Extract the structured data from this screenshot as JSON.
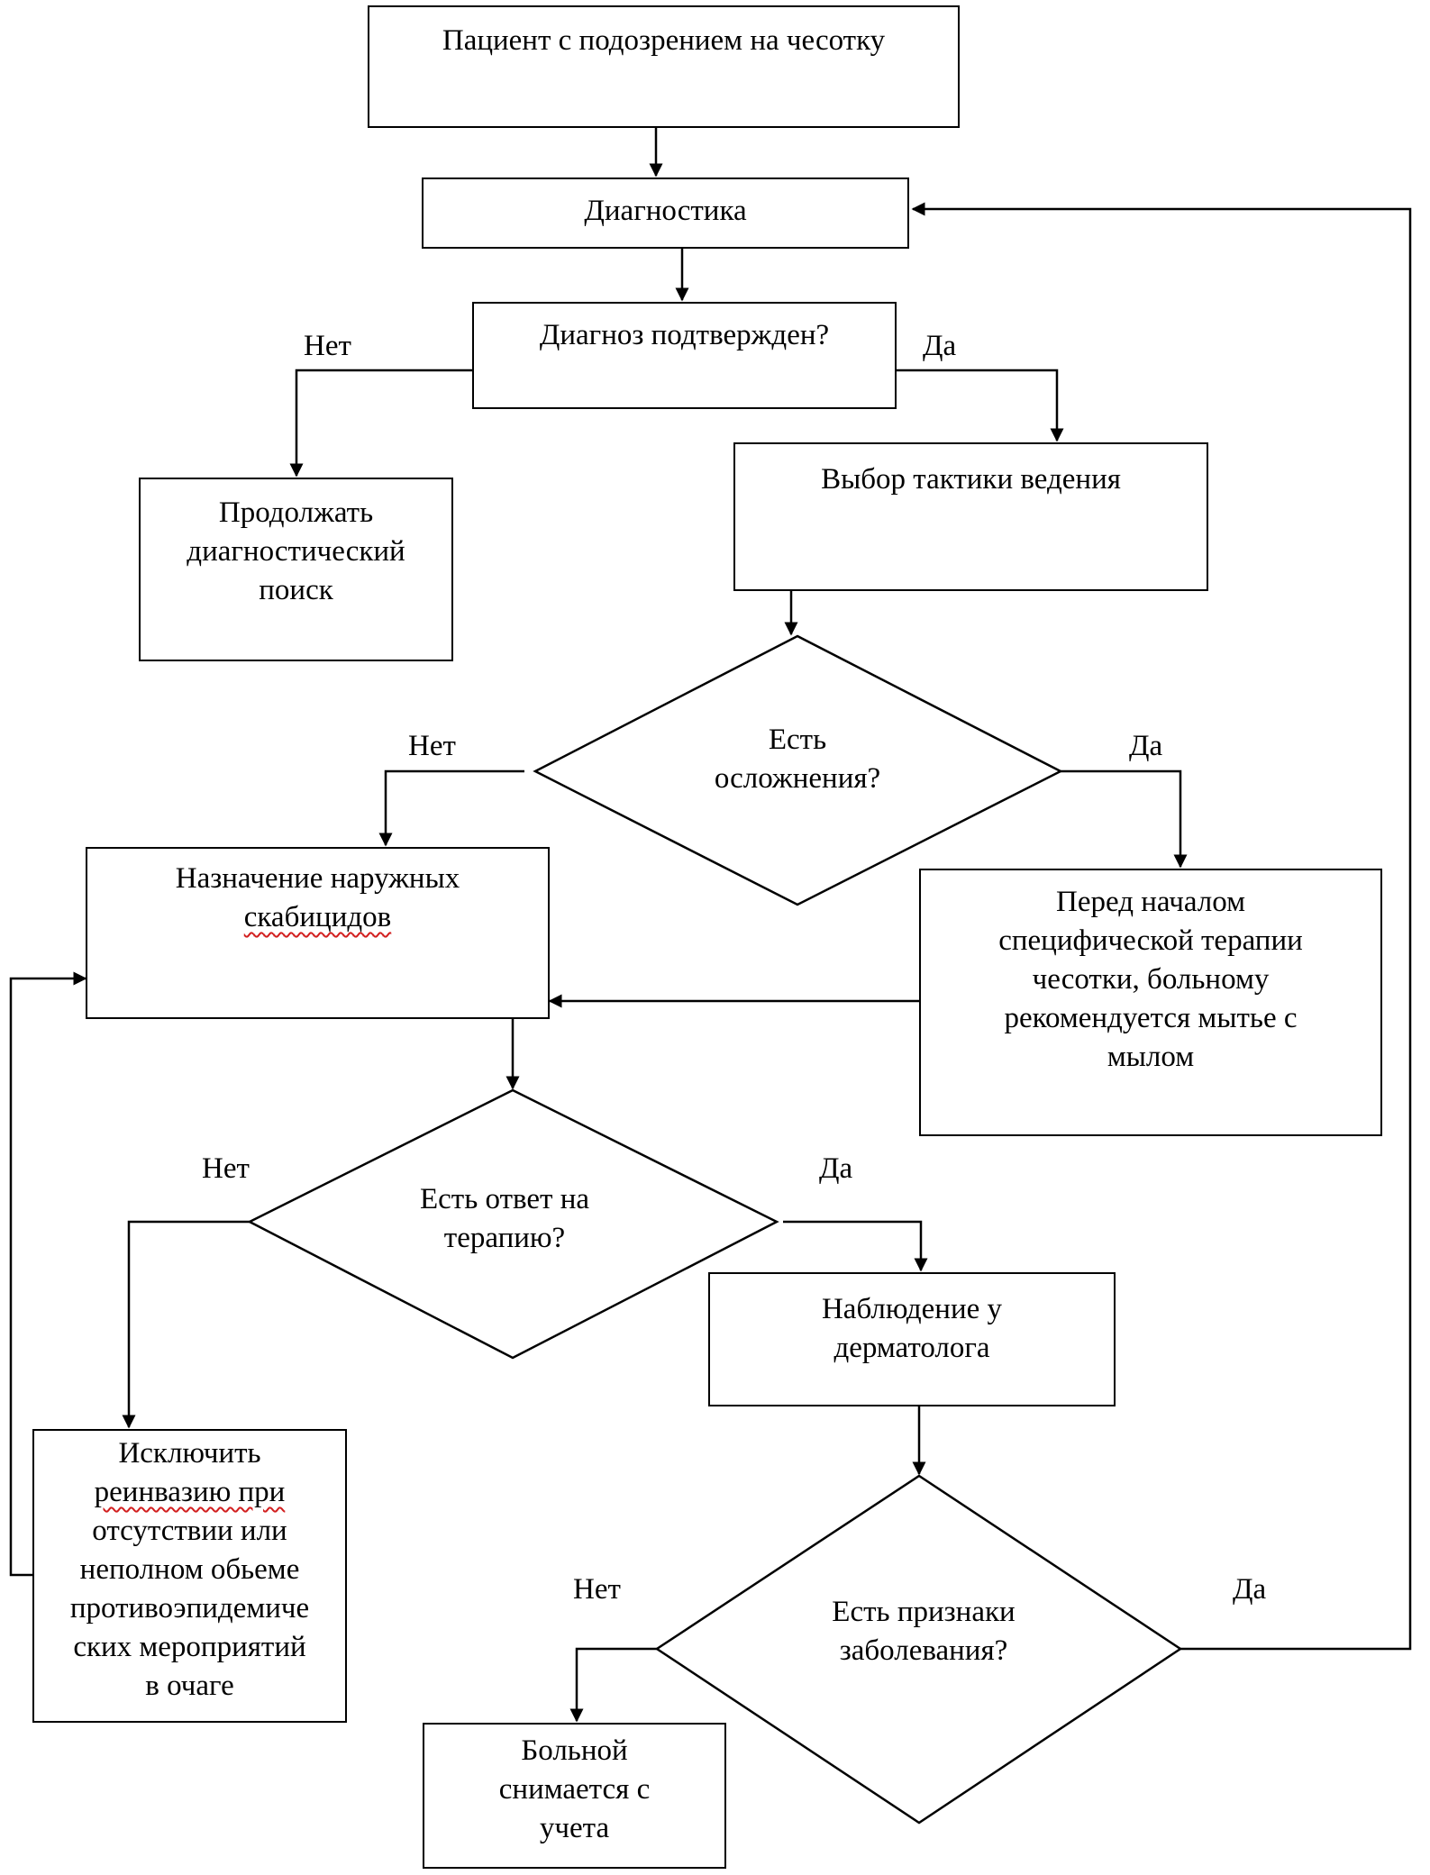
{
  "nodes": {
    "start": {
      "lines": [
        "Пациент с подозрением на чесотку"
      ]
    },
    "diagnostics": {
      "lines": [
        "Диагностика"
      ]
    },
    "diagnosis_confirmed": {
      "lines": [
        "Диагноз подтвержден?"
      ]
    },
    "continue_search": {
      "lines": [
        "Продолжать",
        "диагностический",
        "поиск"
      ]
    },
    "choose_tactics": {
      "lines": [
        "Выбор тактики ведения"
      ]
    },
    "complications": {
      "lines": [
        "Есть",
        "осложнения?"
      ]
    },
    "external_scabicides": {
      "lines": [
        "Назначение наружных",
        "скабицидов"
      ]
    },
    "pre_therapy_wash": {
      "lines": [
        "Перед началом",
        "специфической терапии",
        "чесотки, больному",
        "рекомендуется мытье с",
        "мылом"
      ]
    },
    "therapy_response": {
      "lines": [
        "Есть ответ на",
        "терапию?"
      ]
    },
    "exclude_reinvasion": {
      "lines": [
        "Исключить",
        "реинвазию при",
        "отсутствии или",
        "неполном обьеме",
        "противоэпидемиче",
        "ских мероприятий",
        "в очаге"
      ]
    },
    "dermatologist_observation": {
      "lines": [
        "Наблюдение у",
        "дерматолога"
      ]
    },
    "disease_signs": {
      "lines": [
        "Есть признаки",
        "заболевания?"
      ]
    },
    "deregistered": {
      "lines": [
        "Больной",
        "снимается с",
        "учета"
      ]
    }
  },
  "edge_labels": {
    "no": "Нет",
    "yes": "Да"
  }
}
